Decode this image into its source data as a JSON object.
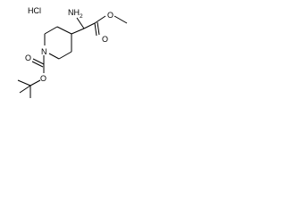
{
  "molecule": {
    "salt": "HCl",
    "atoms": {
      "amine": "NH",
      "amine_subscript": "2",
      "ring_nitrogen": "N",
      "ester_carbonyl_oxygen": "O",
      "ester_oxygen": "O",
      "carbamate_carbonyl_oxygen": "O",
      "carbamate_oxygen": "O"
    }
  }
}
